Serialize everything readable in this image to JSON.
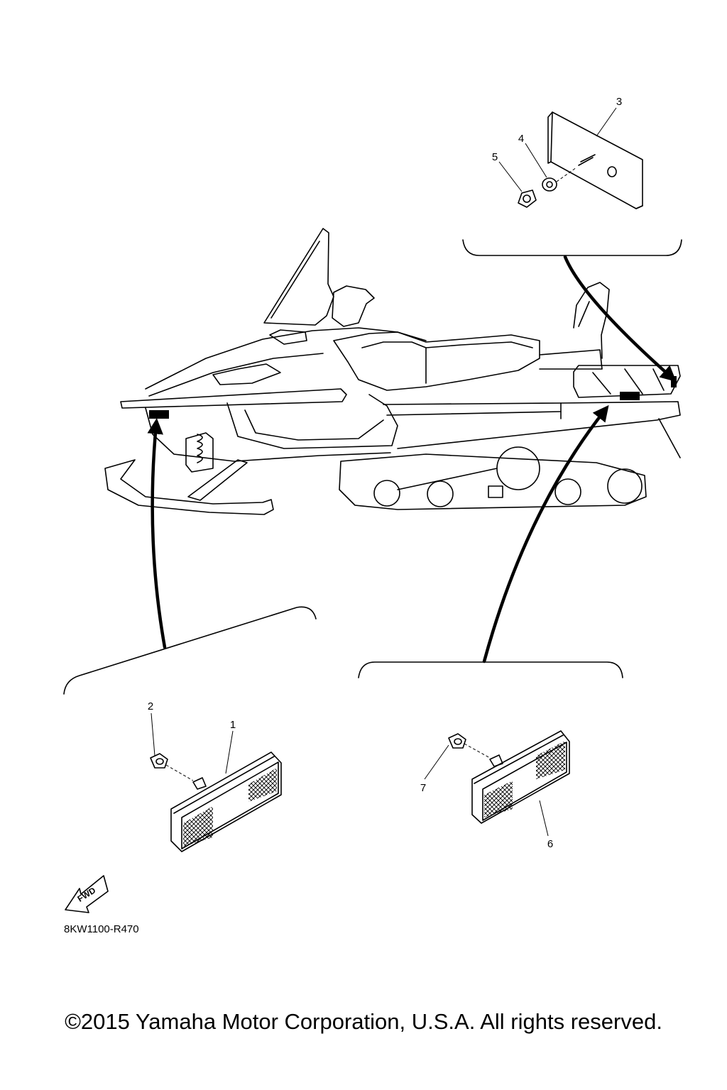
{
  "diagram": {
    "part_callouts": [
      "1",
      "2",
      "3",
      "4",
      "5",
      "6",
      "7"
    ],
    "direction_label": "FWD",
    "figure_code": "8KW1100-R470",
    "copyright": "©2015 Yamaha Motor Corporation, U.S.A. All rights reserved."
  }
}
